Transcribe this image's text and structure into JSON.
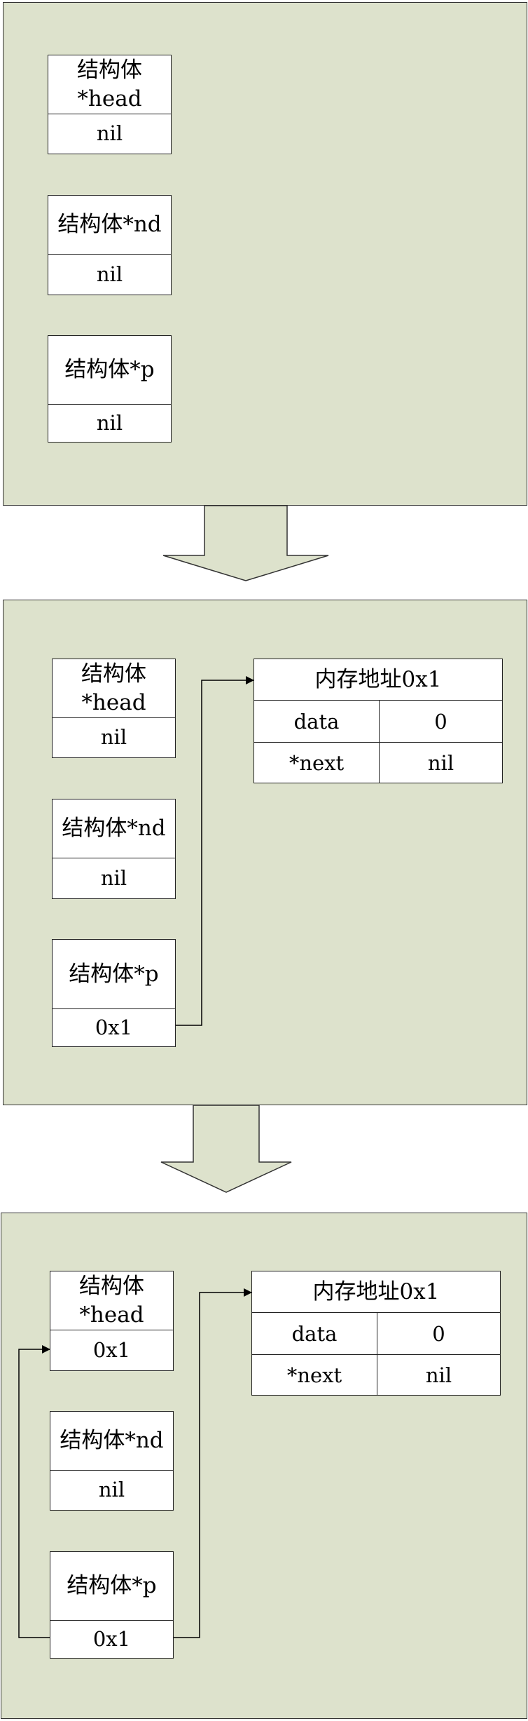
{
  "struct_label": "结构体",
  "head_ptr": "*head",
  "nd_title": "结构体*nd",
  "p_title": "结构体*p",
  "stage1": {
    "head_value": "nil",
    "nd_value": "nil",
    "p_value": "nil"
  },
  "stage2": {
    "head_value": "nil",
    "nd_value": "nil",
    "p_value": "0x1",
    "node": {
      "title": "内存地址0x1",
      "data_label": "data",
      "data_value": "0",
      "next_label": "*next",
      "next_value": "nil"
    }
  },
  "stage3": {
    "head_value": "0x1",
    "nd_value": "nil",
    "p_value": "0x1",
    "node": {
      "title": "内存地址0x1",
      "data_label": "data",
      "data_value": "0",
      "next_label": "*next",
      "next_value": "nil"
    }
  },
  "colors": {
    "panel": "#dde2cc",
    "border": "#333333",
    "box": "#ffffff"
  }
}
